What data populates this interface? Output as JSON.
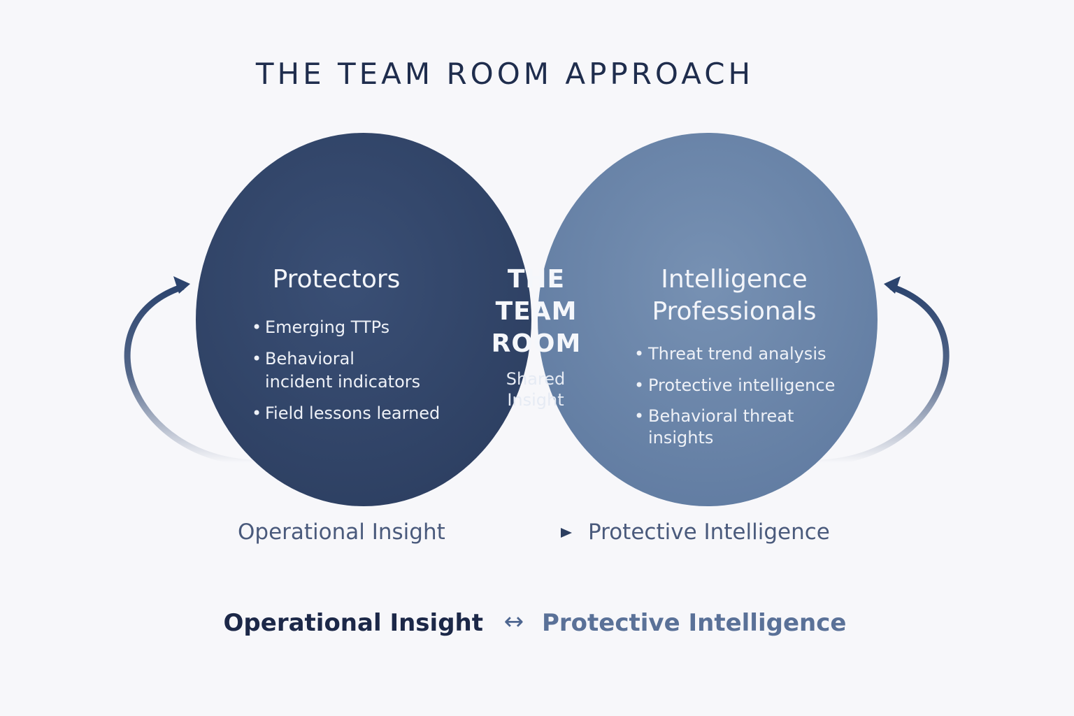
{
  "title": "THE TEAM ROOM APPROACH",
  "left": {
    "heading": "Protectors",
    "bullets": [
      "Emerging TTPs",
      "Behavioral",
      "incident indicators",
      "Field lessons learned"
    ]
  },
  "center": {
    "line1": "THE",
    "line2": "TEAM",
    "line3": "ROOM",
    "sub1": "Shared",
    "sub2": "Insight"
  },
  "right": {
    "heading1": "Intelligence",
    "heading2": "Professionals",
    "bullets": [
      "Threat trend analysis",
      "Protective intelligence",
      "Behavioral threat",
      "insights"
    ]
  },
  "flow": {
    "from": "Operational Insight",
    "to": "Protective Intelligence"
  },
  "bottom": {
    "left": "Operational Insight",
    "arrow": "↔",
    "right": "Protective Intelligence"
  },
  "colors": {
    "left_circle": "#33476b",
    "right_circle": "#6a84a8",
    "overlap": "#284670",
    "title": "#1f2d4d"
  }
}
